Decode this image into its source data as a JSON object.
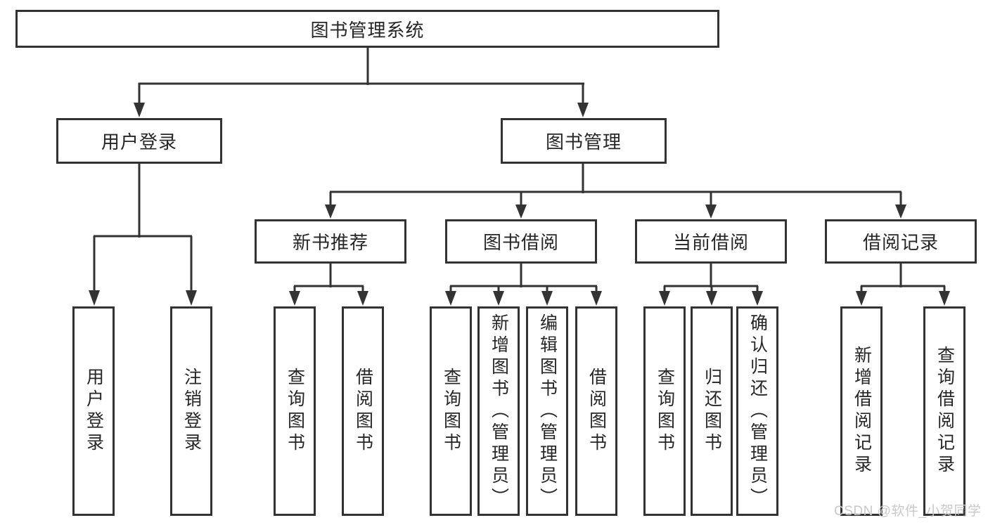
{
  "diagram": {
    "title": "图书管理系统",
    "level2": [
      {
        "label": "用户登录"
      },
      {
        "label": "图书管理"
      }
    ],
    "level3": [
      {
        "label": "新书推荐"
      },
      {
        "label": "图书借阅"
      },
      {
        "label": "当前借阅"
      },
      {
        "label": "借阅记录"
      }
    ],
    "leaves": [
      {
        "label": "用户登录"
      },
      {
        "label": "注销登录"
      },
      {
        "label": "查询图书"
      },
      {
        "label": "借阅图书"
      },
      {
        "label": "查询图书"
      },
      {
        "label": "新增图书（管理员）"
      },
      {
        "label": "编辑图书（管理员）"
      },
      {
        "label": "借阅图书"
      },
      {
        "label": "查询图书"
      },
      {
        "label": "归还图书"
      },
      {
        "label": "确认归还（管理员）"
      },
      {
        "label": "新增借阅记录"
      },
      {
        "label": "查询借阅记录"
      }
    ]
  },
  "watermark": {
    "text": "CSDN @软件_小贺同学"
  },
  "colors": {
    "line": "#333333",
    "border": "#333333",
    "text": "#262626",
    "watermark": "#c8c8c8",
    "background": "#ffffff"
  }
}
